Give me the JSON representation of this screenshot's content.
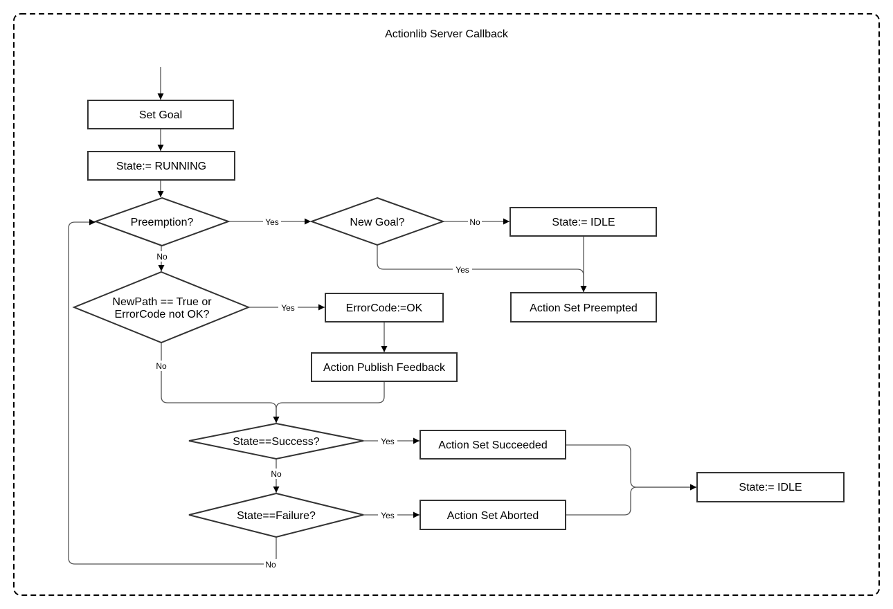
{
  "diagram": {
    "title": "Actionlib Server Callback",
    "nodes": {
      "set_goal": "Set Goal",
      "state_running": "State:= RUNNING",
      "preemption": "Preemption?",
      "new_goal": "New Goal?",
      "state_idle_top": "State:= IDLE",
      "action_set_preempted": "Action Set Preempted",
      "newpath_line1": "NewPath == True or",
      "newpath_line2": "ErrorCode not OK?",
      "errorcode_ok": "ErrorCode:=OK",
      "action_publish_feedback": "Action Publish Feedback",
      "state_success": "State==Success?",
      "action_set_succeeded": "Action Set Succeeded",
      "state_failure": "State==Failure?",
      "action_set_aborted": "Action Set Aborted",
      "state_idle_final": "State:= IDLE"
    },
    "edge_labels": {
      "preemption_yes": "Yes",
      "new_goal_no": "No",
      "new_goal_yes": "Yes",
      "preemption_no": "No",
      "newpath_yes": "Yes",
      "newpath_no": "No",
      "success_yes": "Yes",
      "success_no": "No",
      "failure_yes": "Yes",
      "failure_no": "No"
    }
  }
}
